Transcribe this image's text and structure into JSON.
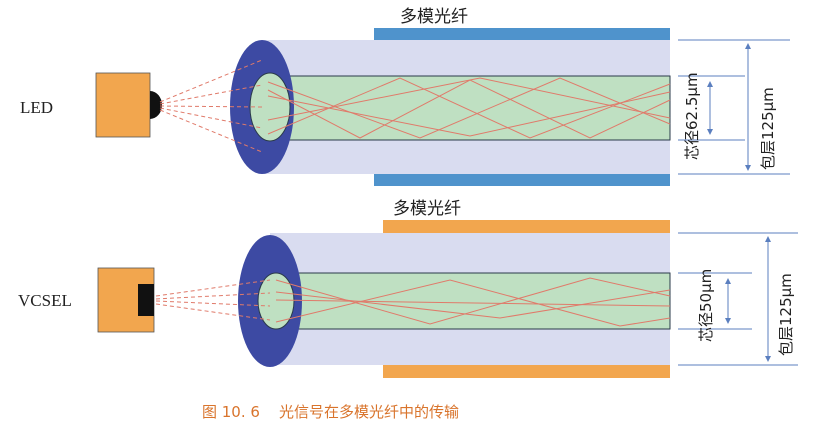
{
  "fibers": [
    {
      "title": "多模光纤",
      "source_label": "LED",
      "core_label": "芯径62.5μm",
      "cladding_label": "包层125μm",
      "jacket_color": "#4f93cc",
      "emitter_color": "#111111"
    },
    {
      "title": "多模光纤",
      "source_label": "VCSEL",
      "core_label": "芯径50μm",
      "cladding_label": "包层125μm",
      "jacket_color": "#f2a64e",
      "emitter_color": "#111111"
    }
  ],
  "caption": "图 10. 6    光信号在多模光纤中的传输",
  "colors": {
    "cladding": "#d9dcf0",
    "core": "#bfe0c2",
    "end_ring": "#3d4aa3",
    "source_box": "#f2a64e",
    "ray": "#e07a6a",
    "dimension": "#5b7fbf",
    "caption": "#d9742c"
  }
}
